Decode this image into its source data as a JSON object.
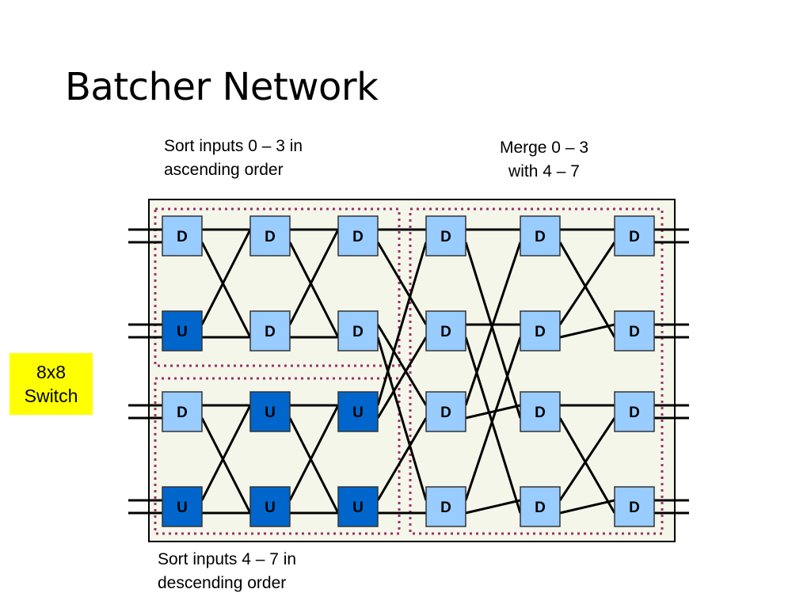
{
  "title": "Batcher Network",
  "annotations": {
    "sort_top": "Sort inputs 0 – 3 in\nascending order",
    "merge": "Merge 0 – 3\nwith 4 – 7",
    "sort_bottom": "Sort inputs 4 – 7 in\ndescending order"
  },
  "switch_label": "8x8\nSwitch",
  "colors": {
    "d_box": "#99ccff",
    "u_box": "#0066cc",
    "panel": "#f5f6ea",
    "dotted": "#993366",
    "wire": "#000000",
    "highlight": "#ffff00"
  },
  "comparators": [
    [
      "D",
      "U",
      "D",
      "U"
    ],
    [
      "D",
      "D",
      "U",
      "U"
    ],
    [
      "D",
      "D",
      "U",
      "U"
    ],
    [
      "D",
      "D",
      "D",
      "D"
    ],
    [
      "D",
      "D",
      "D",
      "D"
    ],
    [
      "D",
      "D",
      "D",
      "D"
    ]
  ]
}
